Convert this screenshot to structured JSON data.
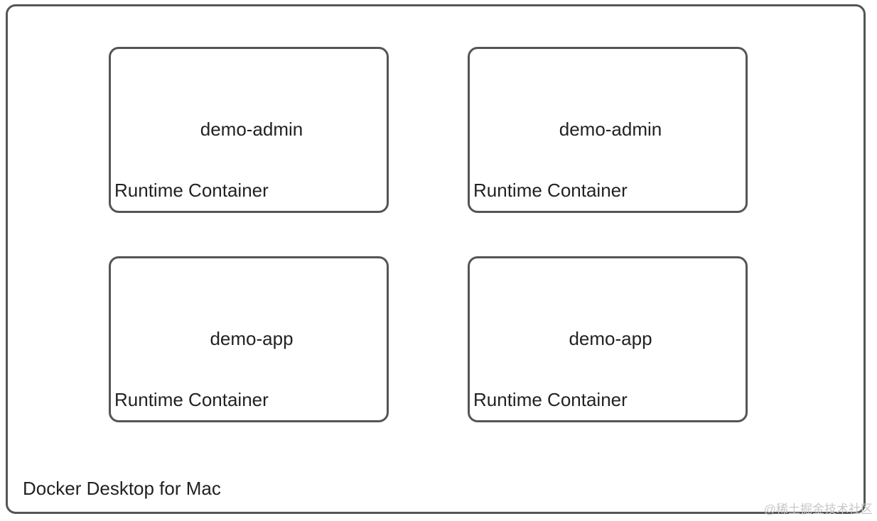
{
  "host": {
    "label": "Docker Desktop for Mac"
  },
  "containers": [
    {
      "service": "demo-admin",
      "kind": "Runtime Container"
    },
    {
      "service": "demo-admin",
      "kind": "Runtime Container"
    },
    {
      "service": "demo-app",
      "kind": "Runtime Container"
    },
    {
      "service": "demo-app",
      "kind": "Runtime Container"
    }
  ],
  "watermark": "@稀土掘金技术社区",
  "colors": {
    "border": "#555555",
    "text": "#222222",
    "watermark": "#c8c8c8",
    "background": "#ffffff"
  }
}
